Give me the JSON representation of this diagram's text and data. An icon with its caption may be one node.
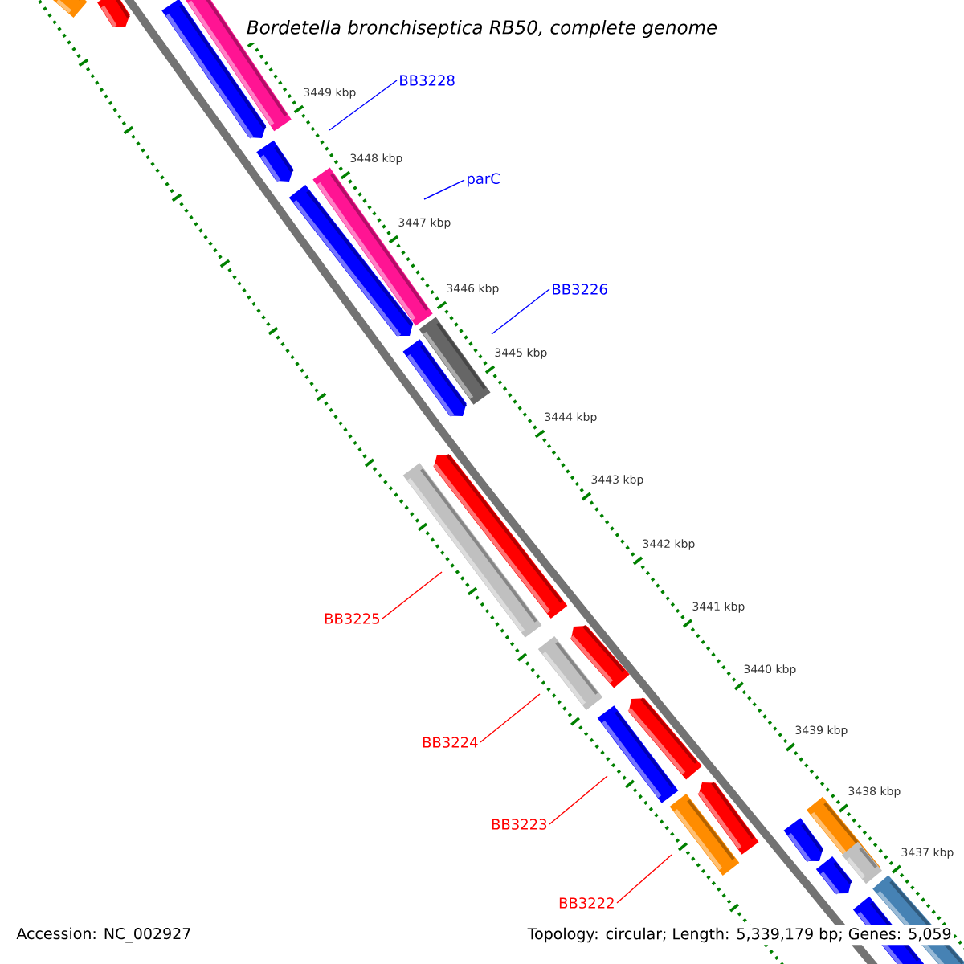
{
  "diagram": {
    "title": "Bordetella bronchiseptica RB50, complete genome",
    "nodes": [
      {
        "text": [
          "BB3228"
        ]
      },
      {
        "text": [
          "parC"
        ]
      },
      {
        "text": [
          "BB3226"
        ]
      },
      {
        "text": [
          "BB3225"
        ]
      },
      {
        "text": [
          "BB3224"
        ]
      },
      {
        "text": [
          "BB3223"
        ]
      },
      {
        "text": [
          "BB3222"
        ]
      }
    ],
    "edges": [
      {
        "from": 0,
        "to": null,
        "arrow": "none",
        "color": "#0000ff"
      },
      {
        "from": 1,
        "to": null,
        "arrow": "none",
        "color": "#0000ff"
      },
      {
        "from": 2,
        "to": null,
        "arrow": "none",
        "color": "#0000ff"
      },
      {
        "from": 3,
        "to": null,
        "arrow": "none"
      },
      {
        "from": 4,
        "to": null,
        "arrow": "none"
      },
      {
        "from": 5,
        "to": null,
        "arrow": "none"
      },
      {
        "from": 6,
        "to": null,
        "arrow": "none"
      }
    ],
    "labels": [
      "3449 kbp",
      "3448 kbp",
      "3447 kbp",
      "3446 kbp",
      "3445 kbp",
      "3444 kbp",
      "3443 kbp",
      "3442 kbp",
      "3441 kbp",
      "3440 kbp",
      "3439 kbp",
      "3438 kbp",
      "3437 kbp",
      "Accession: NC_002927",
      "Topology: circular; Length: 5,339,179 bp; Genes: 5,059"
    ]
  }
}
